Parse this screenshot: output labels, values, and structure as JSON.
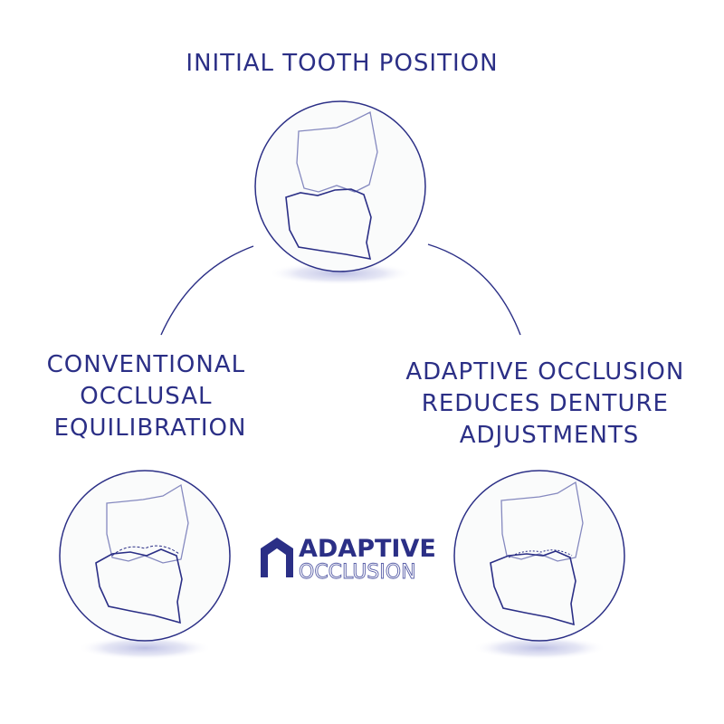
{
  "labels": {
    "top": "INITIAL TOOTH POSITION",
    "left": [
      "CONVENTIONAL",
      "OCCLUSAL",
      "EQUILIBRATION"
    ],
    "right": [
      "ADAPTIVE OCCLUSION",
      "REDUCES DENTURE",
      "ADJUSTMENTS"
    ]
  },
  "logo": {
    "word1": "ADAPTIVE",
    "word2": "OCCLUSION"
  },
  "colors": {
    "primary": "#2b2f86",
    "tooth_outline": "#8589bf",
    "circle_fill": "#fafbfb",
    "shadow": "#c9cbe8"
  }
}
